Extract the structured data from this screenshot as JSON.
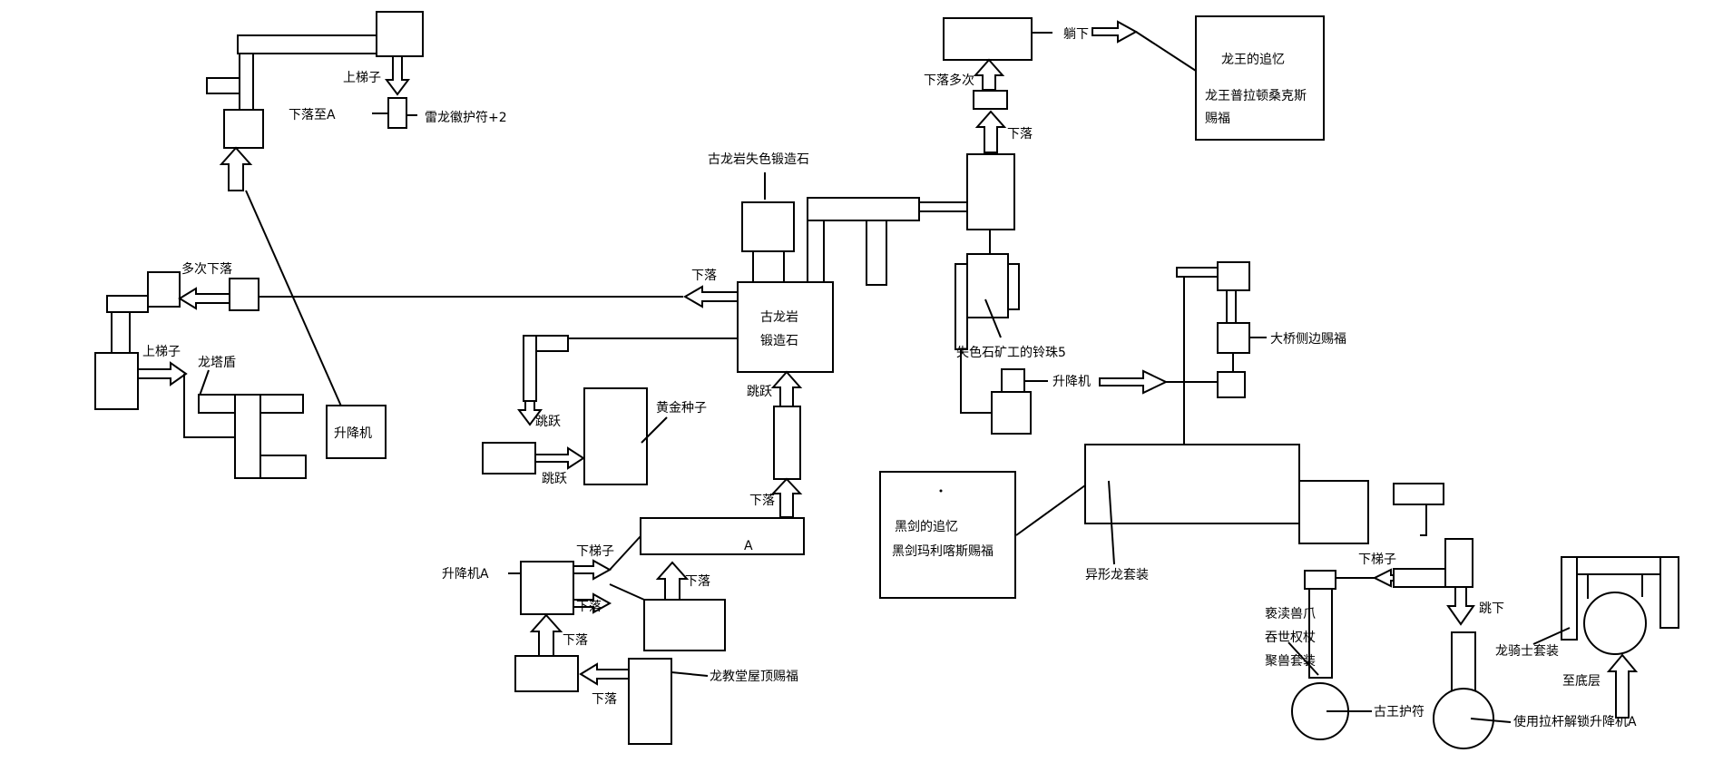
{
  "labels": {
    "climb_ladder_top": "上梯子",
    "fall_to_a": "下落至A",
    "thunder_dragon_talisman": "雷龙徽护符+2",
    "fall_multiple_left": "多次下落",
    "climb_ladder_left": "上梯子",
    "dragon_tower_shield": "龙塔盾",
    "lift_left": "升降机",
    "fall_left": "下落",
    "ancient_dragon_stone_lost_color": "古龙岩失色锻造石",
    "ancient_dragon_stone_line1": "古龙岩",
    "ancient_dragon_stone_line2": "锻造石",
    "jump_center": "跳跃",
    "jump_to_box": "跳跃",
    "jump_below": "跳跃",
    "golden_seed": "黄金种子",
    "fall_to_a_bar": "下落",
    "box_a": "A",
    "climb_ladder_bottom": "下梯子",
    "lift_a": "升降机A",
    "fall_bottom_1": "下落",
    "fall_bottom_2": "下落",
    "fall_bottom_3": "下落",
    "fall_bottom_4": "下落",
    "dragon_church_roof": "龙教堂屋顶赐福",
    "lie_down": "躺下",
    "fall_multiple_top": "下落多次",
    "fall_top": "下落",
    "dragonlord_memory": "龙王的追忆",
    "dragonlord_grace_line1": "龙王普拉顿桑克斯",
    "dragonlord_grace_line2": "赐福",
    "miner_bell_bearing": "失色石矿工的铃珠5",
    "lift_right": "升降机",
    "bridge_side_grace": "大桥侧边赐福",
    "black_blade_memory": "黑剑的追忆",
    "black_blade_grace": "黑剑玛利喀斯赐福",
    "black_blade_mark": "·",
    "alien_dragon_set": "异形龙套装",
    "climb_ladder_right": "下梯子",
    "jump_down": "跳下",
    "beast_items_line1": "亵渎兽爪",
    "beast_items_line2": "吞世权杖",
    "beast_items_line3": "聚兽套装",
    "old_lord_talisman": "古王护符",
    "lever_lift_a": "使用拉杆解锁升降机A",
    "dragon_knight_set": "龙骑士套装",
    "to_bottom": "至底层"
  }
}
